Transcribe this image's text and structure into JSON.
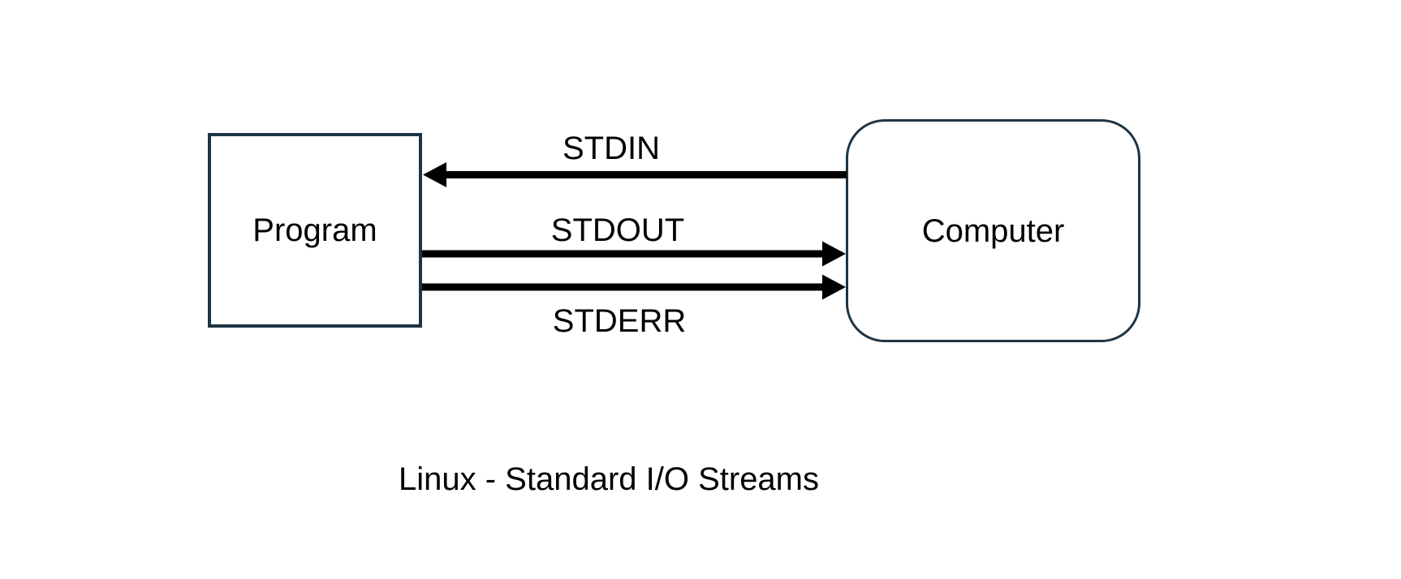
{
  "diagram": {
    "title": "Linux - Standard I/O Streams",
    "nodes": {
      "program": {
        "label": "Program"
      },
      "computer": {
        "label": "Computer"
      }
    },
    "streams": [
      {
        "name": "STDIN",
        "direction": "computer-to-program"
      },
      {
        "name": "STDOUT",
        "direction": "program-to-computer"
      },
      {
        "name": "STDERR",
        "direction": "program-to-computer"
      }
    ],
    "colors": {
      "background": "#ffffff",
      "box_border": "#1e3444",
      "arrow": "#000000",
      "text": "#000000"
    }
  }
}
